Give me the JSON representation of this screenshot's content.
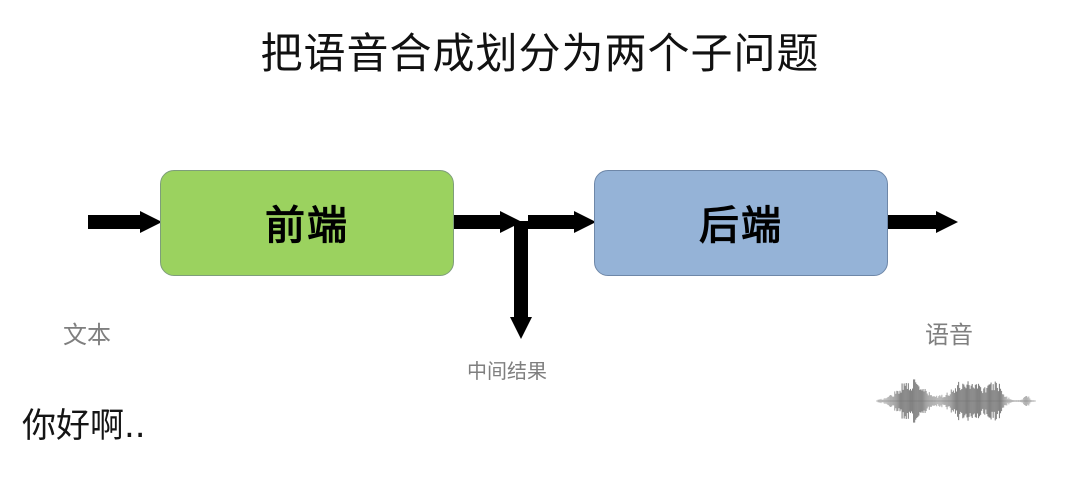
{
  "slide": {
    "title": "把语音合成划分为两个子问题",
    "background_color": "#FFFFFF"
  },
  "diagram": {
    "type": "flow",
    "boxes": [
      {
        "id": "frontend",
        "label": "前端",
        "fill_color": "#9BD25F",
        "border_color": "#7E9E7A"
      },
      {
        "id": "backend",
        "label": "后端",
        "fill_color": "#95B3D7",
        "border_color": "#6E87A8"
      }
    ],
    "arrows": [
      {
        "id": "input-arrow",
        "direction": "right",
        "color": "#000000"
      },
      {
        "id": "frontend-to-junction-arrow",
        "direction": "right",
        "color": "#000000"
      },
      {
        "id": "junction-to-backend-arrow",
        "direction": "right",
        "color": "#000000"
      },
      {
        "id": "output-arrow",
        "direction": "right",
        "color": "#000000"
      },
      {
        "id": "intermediate-branch-arrow",
        "direction": "down",
        "color": "#000000"
      }
    ],
    "captions": {
      "input": "文本",
      "intermediate": "中间结果",
      "output": "语音",
      "color": "#7F7F7F"
    }
  },
  "examples": {
    "input_sample": "你好啊..",
    "output_sample_icon": "audio-waveform"
  }
}
